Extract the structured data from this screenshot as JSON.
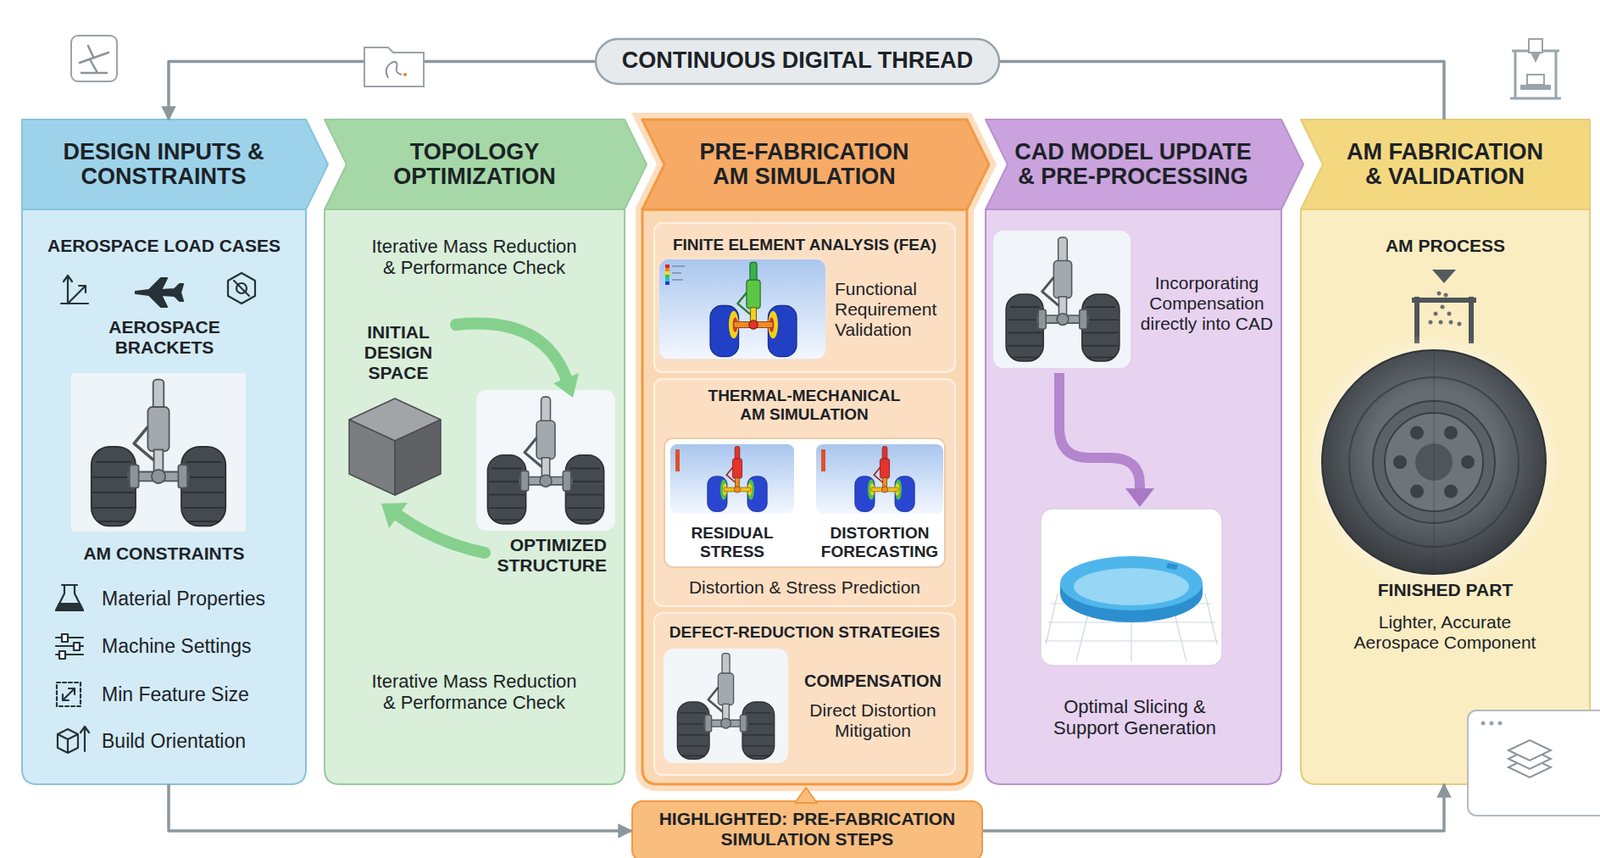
{
  "diagram": {
    "nodes": [
      {
        "text": [
          "CONTINUOUS DIGITAL THREAD"
        ]
      },
      {
        "text": [
          "DESIGN INPUTS & CONSTRAINTS",
          "AEROSPACE LOAD CASES",
          "AEROSPACE BRACKETS",
          "AM CONSTRAINTS",
          "Material Properties",
          "Machine Settings",
          "Min Feature Size",
          "Build Orientation"
        ]
      },
      {
        "text": [
          "TOPOLOGY OPTIMIZATION",
          "Iterative Mass Reduction & Performance Check",
          "INITIAL DESIGN SPACE",
          "OPTIMIZED STRUCTURE",
          "Iterative Mass Reduction & Performance Check"
        ]
      },
      {
        "text": [
          "PRE-FABRICATION AM SIMULATION"
        ]
      },
      {
        "text": [
          "FINITE ELEMENT ANALYSIS (FEA)",
          "Functional Requirement Validation"
        ],
        "in": 3
      },
      {
        "text": [
          "THERMAL-MECHANICAL AM SIMULATION",
          "Distortion & Stress Prediction"
        ],
        "in": 3
      },
      {
        "text": [
          "RESIDUAL STRESS",
          "DISTORTION FORECASTING"
        ],
        "in": 5
      },
      {
        "text": [
          "DEFECT-REDUCTION STRATEGIES",
          "COMPENSATION",
          "Direct Distortion Mitigation"
        ],
        "in": 3
      },
      {
        "text": [
          "CAD MODEL UPDATE & PRE-PROCESSING",
          "Incorporating Compensation directly into CAD",
          "Optimal Slicing & Support Generation"
        ]
      },
      {
        "text": [
          "AM FABRICATION & VALIDATION",
          "AM PROCESS",
          "FINISHED PART",
          "Lighter, Accurate Aerospace Component"
        ]
      },
      {
        "text": [
          "HIGHLIGHTED: PRE-FABRICATION SIMULATION STEPS"
        ]
      }
    ],
    "edges": [
      {
        "from": 9,
        "to": 0,
        "arrow": "none"
      },
      {
        "from": 0,
        "to": 1,
        "arrow": "to"
      },
      {
        "from": 1,
        "to": 10,
        "arrow": "to"
      },
      {
        "from": 10,
        "to": 9,
        "arrow": "to"
      }
    ]
  }
}
